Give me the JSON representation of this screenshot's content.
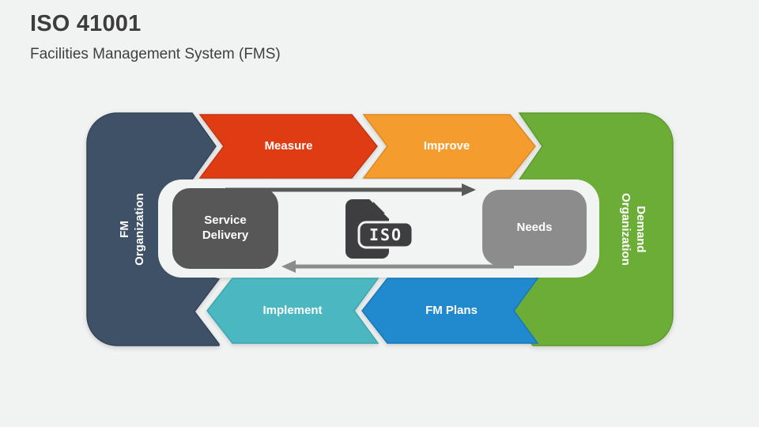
{
  "header": {
    "title": "ISO 41001",
    "subtitle": "Facilities Management System (FMS)"
  },
  "diagram": {
    "fm_organization": {
      "line1": "FM",
      "line2": "Organization"
    },
    "demand_organization": {
      "line1": "Demand",
      "line2": "Organization"
    },
    "steps": {
      "measure": "Measure",
      "improve": "Improve",
      "implement": "Implement",
      "fm_plans": "FM Plans"
    },
    "center": {
      "service_delivery": {
        "line1": "Service",
        "line2": "Delivery"
      },
      "needs": "Needs",
      "iso_badge": "ISO"
    },
    "colors": {
      "navy": "#3e5166",
      "red": "#df3c14",
      "orange": "#f59c2f",
      "green": "#6cad38",
      "teal": "#4bb8c1",
      "blue": "#2189ce",
      "dark_gray_box": "#575757",
      "gray_box": "#8c8c8c",
      "arrow_dark": "#595959",
      "arrow_gray": "#8c8c8c",
      "icon_dark": "#3e3e40"
    }
  }
}
